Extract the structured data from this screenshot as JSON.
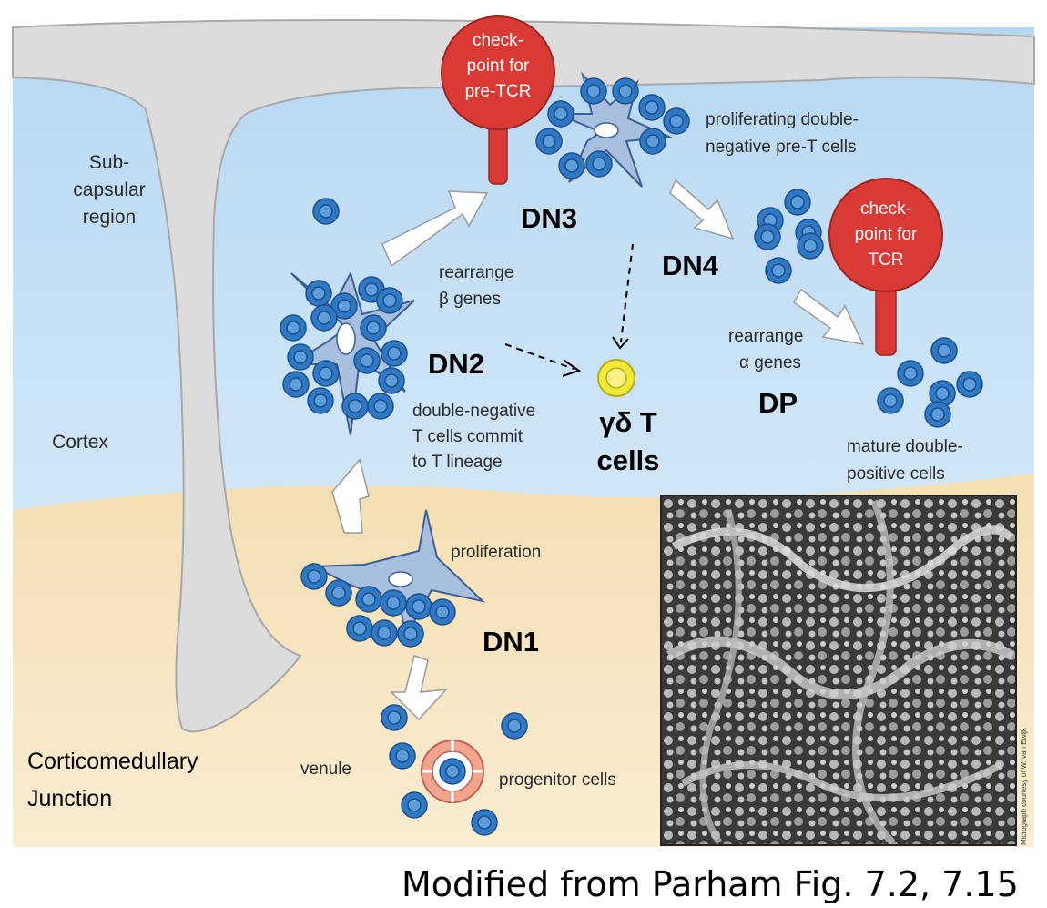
{
  "regions": {
    "subcapsular": [
      "Sub-",
      "capsular",
      "region"
    ],
    "cortex": "Cortex",
    "junction": [
      "Corticomedullary",
      "Junction"
    ]
  },
  "stages": {
    "dn1": "DN1",
    "dn2": "DN2",
    "dn3": "DN3",
    "dn4": "DN4",
    "dp": "DP",
    "gd_line1": "γδ T",
    "gd_line2": "cells"
  },
  "annotations": {
    "proliferation": "proliferation",
    "dn2_desc": [
      "double-negative",
      "T cells commit",
      "to T lineage"
    ],
    "rearrange_beta": [
      "rearrange",
      "β genes"
    ],
    "dn3_desc": [
      "proliferating double-",
      "negative pre-T cells"
    ],
    "rearrange_alpha": [
      "rearrange",
      "α genes"
    ],
    "dp_desc": [
      "mature double-",
      "positive cells"
    ],
    "venule": "venule",
    "progenitor": "progenitor cells"
  },
  "checkpoints": {
    "pre_tcr": [
      "check-",
      "point for",
      "pre-TCR"
    ],
    "tcr": [
      "check-",
      "point for",
      "TCR"
    ]
  },
  "micrograph_credit": "Micrograph courtesy of W. van Ewijk",
  "caption": "Modified from Parham Fig. 7.2, 7.15",
  "colors": {
    "capsule": "#dcdcdc",
    "cortex_blue": "#c9e4f7",
    "medulla_tan": "#f6e3b8",
    "cell_blue": "#2f78c4",
    "stromal": "#a9bfe0",
    "checkpoint_red": "#d93a35",
    "gd_yellow": "#f2ea3a"
  }
}
